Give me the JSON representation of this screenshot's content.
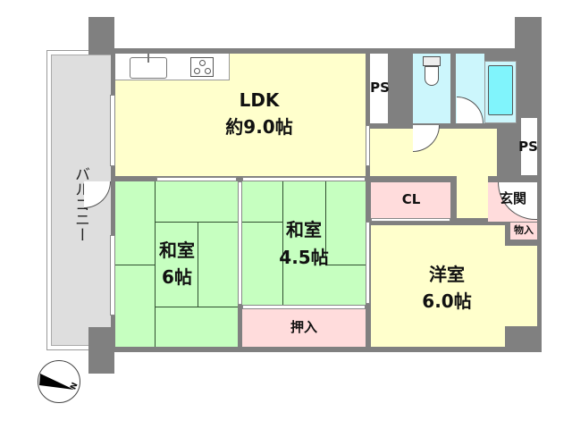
{
  "floorplan": {
    "colors": {
      "ldk": "#ffffcc",
      "washitsu": "#c6ffc0",
      "storage": "#ffdcdc",
      "wet": "#ccf6fc",
      "bathtub": "#80f4fc",
      "balcony": "#dedede",
      "wall": "#808080"
    },
    "rooms": {
      "ldk": {
        "name": "LDK",
        "size": "約9.0帖"
      },
      "washitsu6": {
        "name": "和室",
        "size": "6帖"
      },
      "washitsu45": {
        "name": "和室",
        "size": "4.5帖"
      },
      "youshitsu": {
        "name": "洋室",
        "size": "6.0帖"
      },
      "cl": {
        "name": "CL"
      },
      "oshiire": {
        "name": "押入"
      },
      "genkan": {
        "name": "玄関"
      },
      "monoire": {
        "name": "物入"
      },
      "ps1": {
        "name": "PS"
      },
      "ps2": {
        "name": "PS"
      },
      "balcony": {
        "name": "バルコニー"
      }
    },
    "compass": {
      "label": "N"
    }
  }
}
